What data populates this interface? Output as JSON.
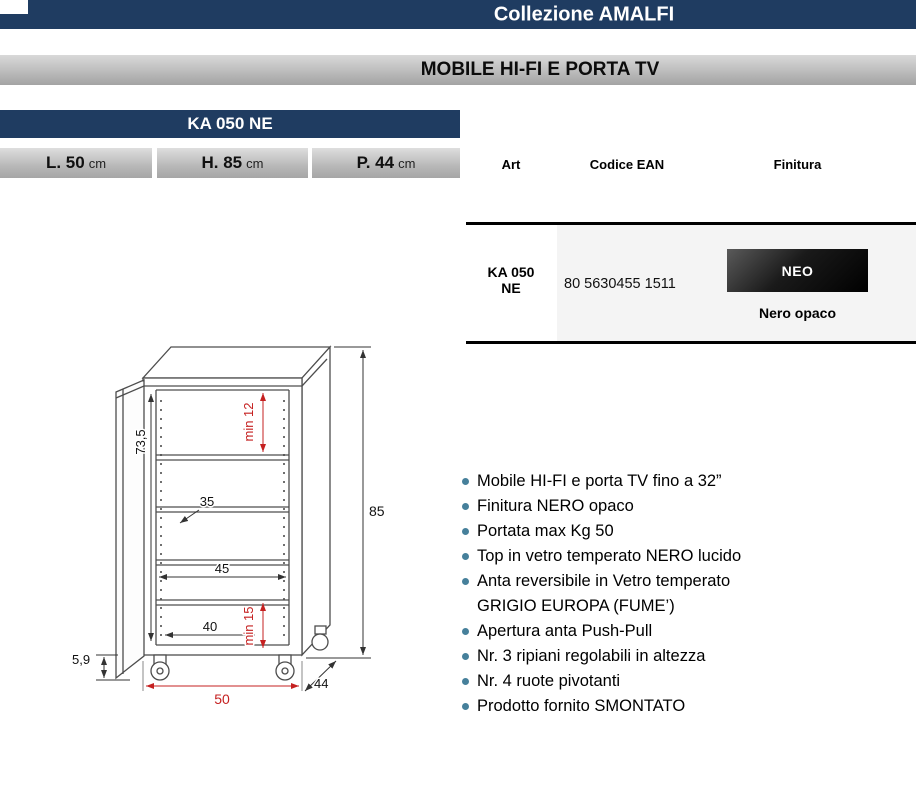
{
  "title_bar": {
    "text": "Collezione AMALFI"
  },
  "subtitle_bar": {
    "text": "MOBILE HI-FI E PORTA TV"
  },
  "product": {
    "code": "KA 050 NE",
    "dims": [
      {
        "value": "L. 50",
        "unit": "cm"
      },
      {
        "value": "H. 85",
        "unit": "cm"
      },
      {
        "value": "P. 44",
        "unit": "cm"
      }
    ]
  },
  "table": {
    "col_art": "Art",
    "col_ean": "Codice EAN",
    "col_finish": "Finitura",
    "row": {
      "art_line1": "KA 050",
      "art_line2": "NE",
      "ean": "80 5630455 1511",
      "finish_name": "NEO",
      "finish_desc": "Nero opaco"
    }
  },
  "drawing_dims": {
    "total_height": "85",
    "inner_height": "73,5",
    "top_clearance": "min 12",
    "shelf_depth": "35",
    "inner_width": "45",
    "base_width": "40",
    "bottom_clearance": "min 15",
    "wheel_height": "5,9",
    "total_width": "50",
    "total_depth": "44"
  },
  "features": [
    "Mobile HI-FI e porta TV fino a 32”",
    "Finitura NERO opaco",
    "Portata max Kg 50",
    "Top in vetro temperato NERO lucido",
    "Anta reversibile in Vetro temperato GRIGIO EUROPA (FUME’)",
    "Apertura anta Push-Pull",
    "Nr. 3 ripiani regolabili in altezza",
    "Nr. 4 ruote pivotanti",
    "Prodotto fornito SMONTATO"
  ],
  "colors": {
    "header_navy": "#1f3c61",
    "dimension_red": "#c52020",
    "bullet_teal": "#46809b",
    "finish_swatch_black": "#000000"
  }
}
